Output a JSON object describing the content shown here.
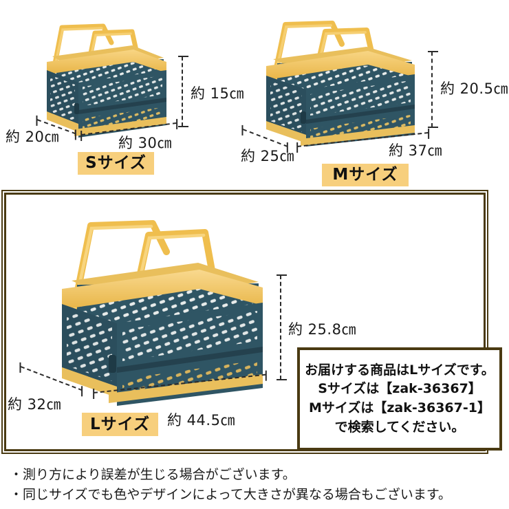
{
  "page": {
    "background": "#ffffff",
    "accent_badge_bg": "#f7cf7d",
    "frame_color": "#4a3a12",
    "basket_body_color": "#2f5564",
    "basket_trim_color": "#f2c359"
  },
  "sizes": [
    {
      "id": "s",
      "badge_label": "Sサイズ",
      "height_label": "約 15㎝",
      "depth_label": "約 20㎝",
      "width_label": "約 30㎝"
    },
    {
      "id": "m",
      "badge_label": "Mサイズ",
      "height_label": "約 20.5㎝",
      "depth_label": "約 25㎝",
      "width_label": "約 37㎝"
    },
    {
      "id": "l",
      "badge_label": "Lサイズ",
      "height_label": "約 25.8㎝",
      "depth_label": "約 32㎝",
      "width_label": "約 44.5㎝"
    }
  ],
  "info_box": {
    "lines": [
      "お届けする商品はLサイズです。",
      "Sサイズは【zak-36367】",
      "Mサイズは【zak-36367-1】",
      "で検索してください。"
    ]
  },
  "notes": [
    "・測り方により誤差が生じる場合がございます。",
    "・同じサイズでも色やデザインによって大きさが異なる場合もございます。"
  ]
}
